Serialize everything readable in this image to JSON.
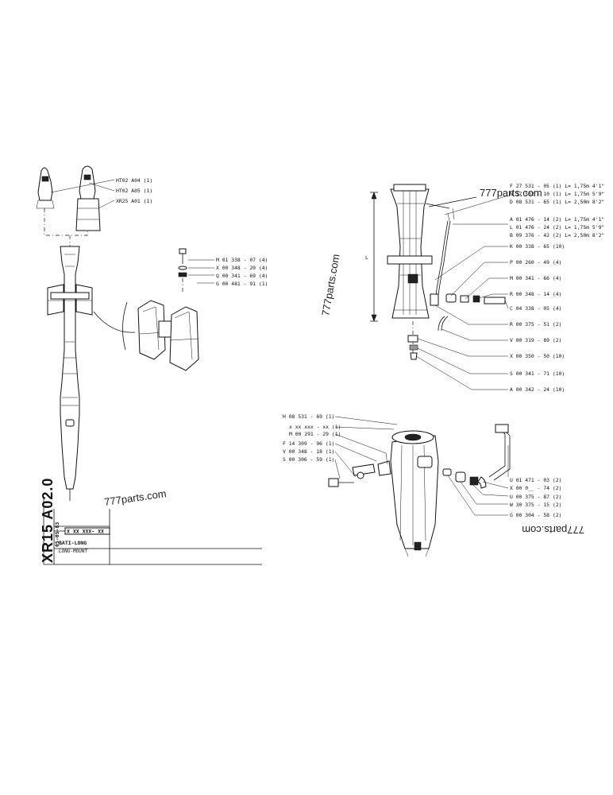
{
  "watermarks": [
    "777parts.com",
    "777parts.com",
    "777parts.com",
    "777parts.com"
  ],
  "left_labels": [
    "HT02  A04 (1)",
    "HT02  A05 (1)",
    "XR25  A01 (1)",
    "M 01  338 - 07 (4)",
    "X 00  348 - 20 (4)",
    "Q 00  341 - 69 (4)",
    "G 00  481 - 91 (1)"
  ],
  "right_top_labels": [
    "F 27 531 - 05 (1) L= 1,75m 4'1\"",
    "N 17 532 - 10 (1) L= 1,75m 5'9\"",
    "D 08 531 - 65 (1) L= 2,50m 8'2\"",
    "A 01 476 - 14 (2) L= 1,75m 4'1\"",
    "L 01 476 - 24 (2) L= 1,75m 5'9\"",
    "B 09 376 - 42 (2) L= 2,50m 8'2\"",
    "K 00 338 - 65 (10)",
    "P 00 260 - 49 (4)",
    "M 00 341 - 66 (4)",
    "R 00 348 - 14 (4)",
    "C 04 338 - 05 (4)",
    "R 00 375 - 51 (2)",
    "V 00 319 - 89 (2)",
    "X 00 350 - 50 (10)",
    "S 00 341 - 71 (10)",
    "A 00 342 - 24 (10)"
  ],
  "dimension_label": "L",
  "lower_left_labels": [
    "H 08 531 - 69 (1)",
    "x  xx  xxx - xx (1)",
    "M 00 291 - 29 (1)",
    "F 14 309 - 96 (1)",
    "V 00 348 - 18 (1)",
    "S 00 306 - 59 (1)"
  ],
  "lower_right_labels": [
    "U 01 471 - 03 (2)",
    "X 00 0__ - 74 (2)",
    "U 00 375 - 87 (2)",
    "W 30 375 - 15 (2)",
    "G 00 304 - 58 (2)"
  ],
  "title_block": {
    "code": "XR15  A02.0",
    "date": "05-05-83",
    "ref": "X  XX   XXX- XX",
    "title_fr": "BATI-LONG",
    "title_en": "LONG-MOUNT"
  }
}
